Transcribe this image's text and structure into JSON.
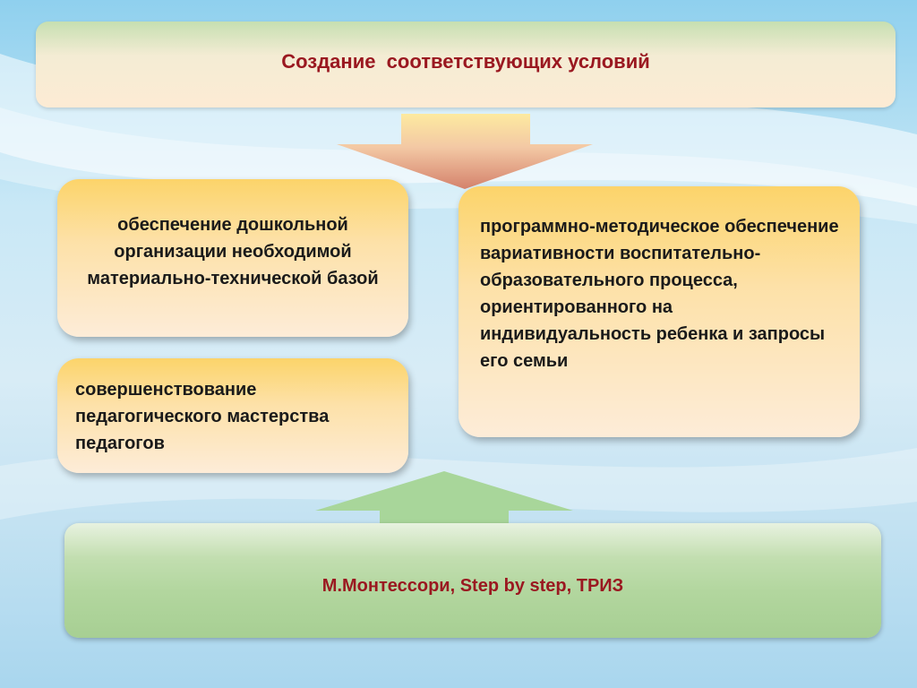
{
  "slide": {
    "title": "Создание  соответствующих условий",
    "cards": [
      {
        "text": "обеспечение дошкольной организации необходимой материально-технической базой"
      },
      {
        "text": "совершенствование педагогического мастерства педагогов"
      },
      {
        "text": "программно-методическое обеспечение вариативности воспитательно-образовательного процесса, ориентированного на индивидуальность ребенка и запросы его семьи"
      }
    ],
    "methods": "М.Монтессори, Step by step, ТРИЗ"
  },
  "colors": {
    "title_text": "#9a1820",
    "card_top": "#fcd46a",
    "card_bottom": "#fdecd8",
    "methods_box": "#b2d69e",
    "arrow_up": "#a8d69a"
  },
  "icons": {
    "top_arrow": "arrow-down-icon",
    "bottom_arrow": "arrow-up-icon"
  }
}
